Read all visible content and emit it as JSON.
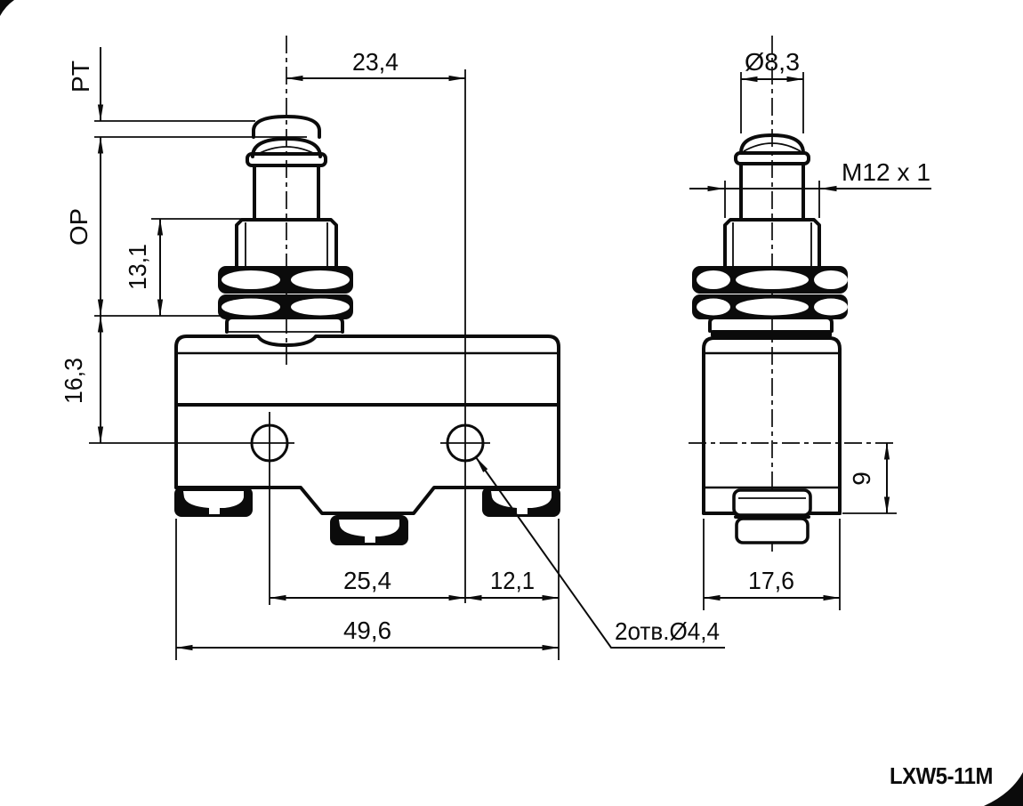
{
  "title": "LXW5-11M",
  "front_view": {
    "dim_plunger_to_hole": "23,4",
    "label_pretravel": "PT",
    "label_operating_position": "OP",
    "dim_nut_section_height": "13,1",
    "dim_top_to_hole_axis": "16,3",
    "dim_hole_spacing": "25,4",
    "dim_hole_to_edge": "12,1",
    "dim_overall_width": "49,6",
    "note_mounting_holes": "2отв.Ø4,4"
  },
  "side_view": {
    "dim_plunger_diameter": "Ø8,3",
    "label_thread": "M12 x 1",
    "dim_axis_to_bottom": "9",
    "dim_overall_depth": "17,6"
  }
}
